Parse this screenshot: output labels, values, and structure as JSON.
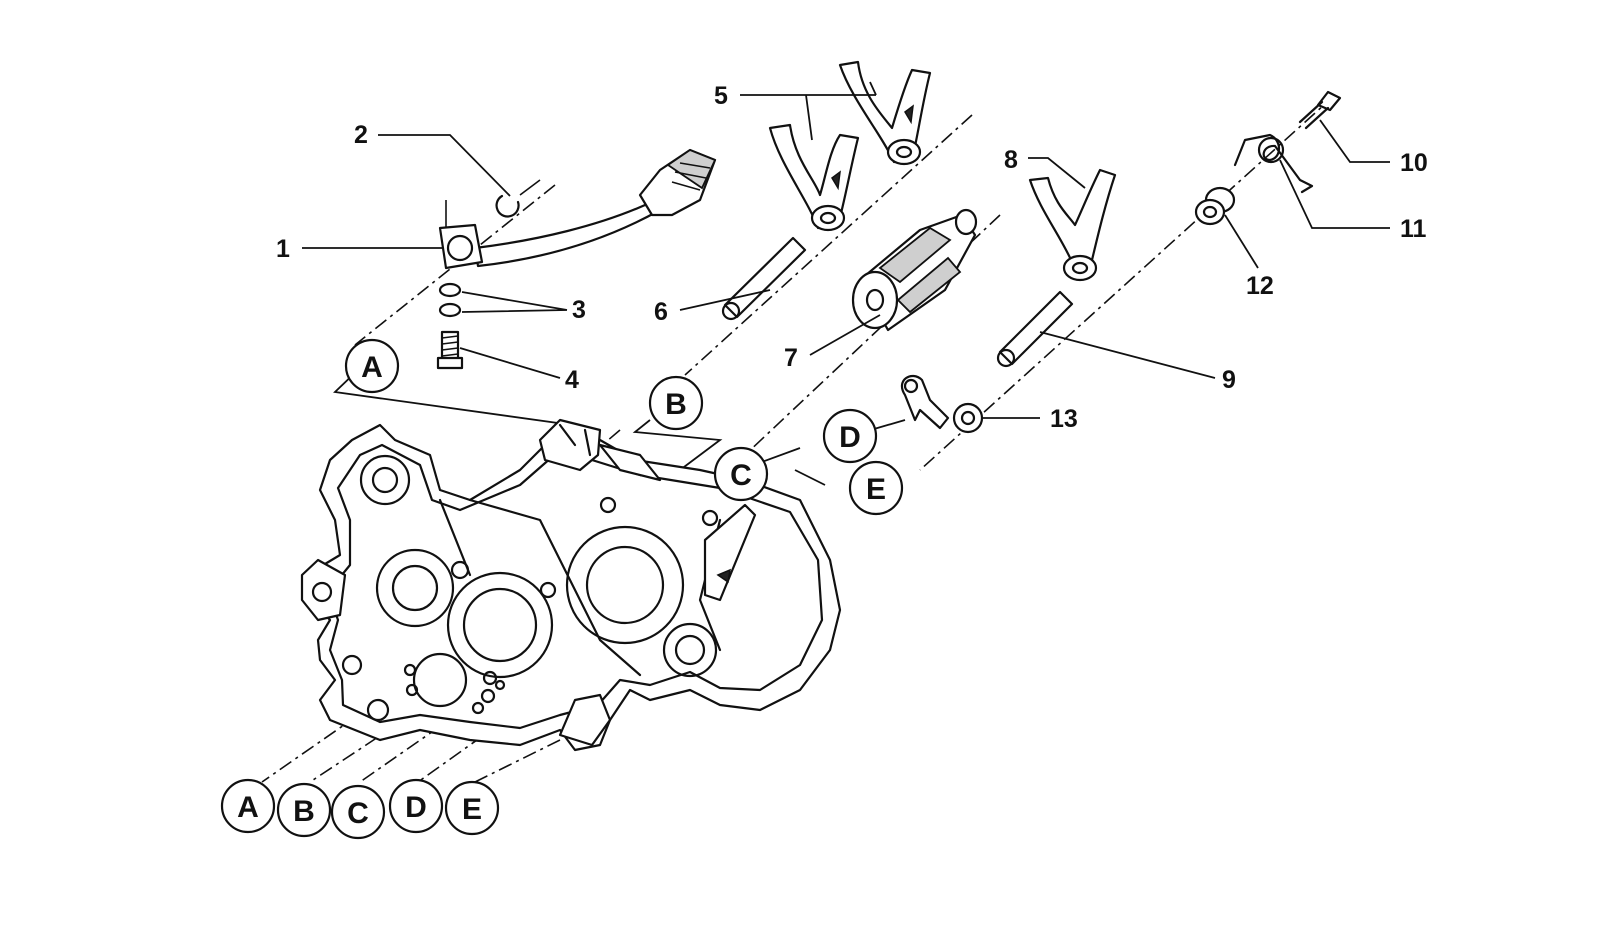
{
  "part_numbers": {
    "n1": "1",
    "n2": "2",
    "n3": "3",
    "n4": "4",
    "n5": "5",
    "n6": "6",
    "n7": "7",
    "n8": "8",
    "n9": "9",
    "n10": "10",
    "n11": "11",
    "n12": "12",
    "n13": "13"
  },
  "reference_letters": {
    "upper": {
      "a": "A",
      "b": "B",
      "c": "C",
      "d": "D",
      "e": "E"
    },
    "lower": {
      "a": "A",
      "b": "B",
      "c": "C",
      "d": "D",
      "e": "E"
    }
  }
}
